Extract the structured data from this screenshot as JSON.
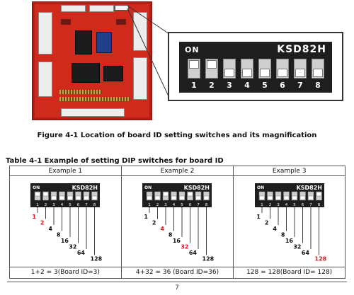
{
  "figure": {
    "magnified": {
      "on_label": "ON",
      "model": "KSD82H",
      "switch_numbers": [
        "1",
        "2",
        "3",
        "4",
        "5",
        "6",
        "7",
        "8"
      ],
      "switch_on": [
        true,
        true,
        false,
        false,
        false,
        false,
        false,
        false
      ]
    },
    "caption": "Figure 4-1 Location of board ID setting switches and its magnification"
  },
  "table": {
    "title": "Table 4-1 Example of setting DIP switches for board ID",
    "examples": [
      {
        "header": "Example 1",
        "on_label": "ON",
        "model": "KSD82H",
        "switch_numbers": [
          "1",
          "2",
          "3",
          "4",
          "5",
          "6",
          "7",
          "8"
        ],
        "switch_on": [
          true,
          true,
          false,
          false,
          false,
          false,
          false,
          false
        ],
        "weights": [
          "1",
          "2",
          "4",
          "8",
          "16",
          "32",
          "64",
          "128"
        ],
        "red_weights": [
          true,
          true,
          false,
          false,
          false,
          false,
          false,
          false
        ],
        "result": "1+2 = 3(Board ID=3)"
      },
      {
        "header": "Example 2",
        "on_label": "ON",
        "model": "KSD82H",
        "switch_numbers": [
          "1",
          "2",
          "3",
          "4",
          "5",
          "6",
          "7",
          "8"
        ],
        "switch_on": [
          false,
          false,
          true,
          false,
          false,
          true,
          false,
          false
        ],
        "weights": [
          "1",
          "2",
          "4",
          "8",
          "16",
          "32",
          "64",
          "128"
        ],
        "red_weights": [
          false,
          false,
          true,
          false,
          false,
          true,
          false,
          false
        ],
        "result": "4+32 = 36 (Board ID=36)"
      },
      {
        "header": "Example 3",
        "on_label": "ON",
        "model": "KSD82H",
        "switch_numbers": [
          "1",
          "2",
          "3",
          "4",
          "5",
          "6",
          "7",
          "8"
        ],
        "switch_on": [
          false,
          false,
          false,
          false,
          false,
          false,
          false,
          true
        ],
        "weights": [
          "1",
          "2",
          "4",
          "8",
          "16",
          "32",
          "64",
          "128"
        ],
        "red_weights": [
          false,
          false,
          false,
          false,
          false,
          false,
          false,
          true
        ],
        "result": "128 = 128(Board ID= 128)"
      }
    ]
  },
  "page_number": "7"
}
